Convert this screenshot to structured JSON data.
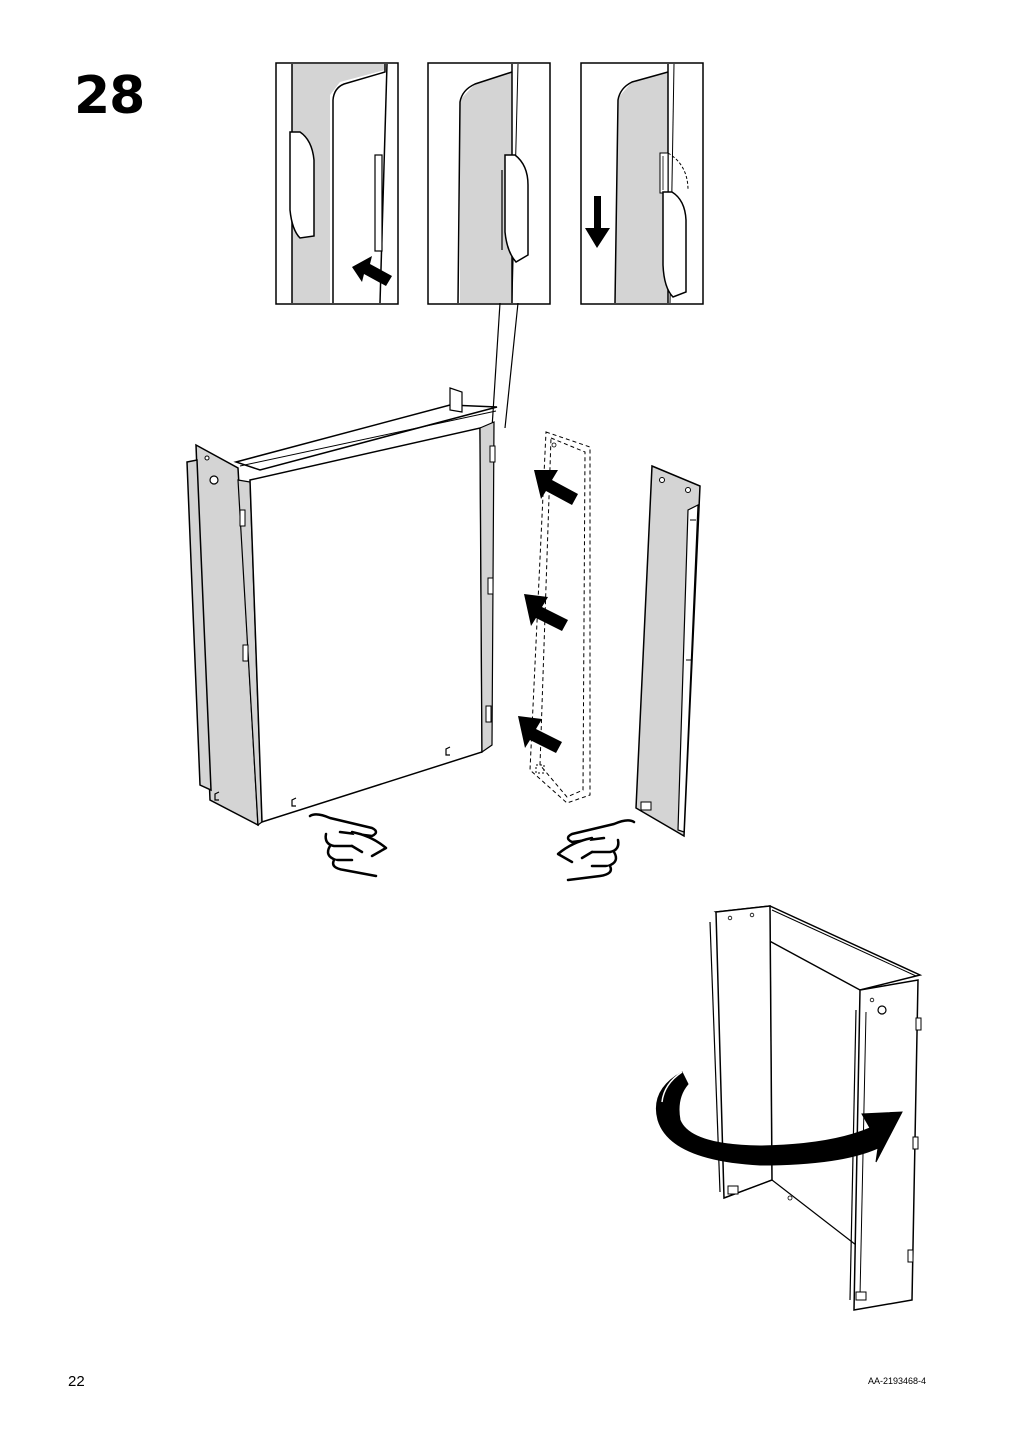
{
  "step": {
    "number": "28"
  },
  "footer": {
    "page_number": "22",
    "document_code": "AA-2193468-4"
  },
  "colors": {
    "panel_fill": "#d4d4d4",
    "line": "#000000",
    "background": "#ffffff"
  },
  "icons": [
    "push-arrow-icon",
    "down-arrow-icon",
    "pointing-hand-icon",
    "rotate-arrow-icon"
  ]
}
